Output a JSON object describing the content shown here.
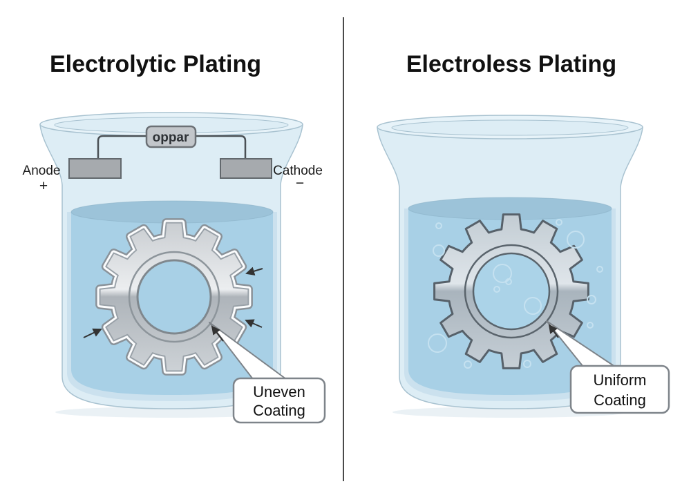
{
  "left_panel": {
    "title": "Electrolytic Plating",
    "power_supply_label": "oppar",
    "anode": {
      "label": "Anode",
      "sign": "+"
    },
    "cathode": {
      "label": "Cathode",
      "sign": "−"
    },
    "callout": {
      "line1": "Uneven",
      "line2": "Coating"
    }
  },
  "right_panel": {
    "title": "Electroless Plating",
    "callout": {
      "line1": "Uniform",
      "line2": "Coating"
    }
  },
  "colors": {
    "liquid": "#a8d0e6",
    "liquid_surface": "#9cc3d9",
    "wet_glass": "#cbe1ee",
    "glass": "#ddedf5",
    "rim_fill": "#e7f3f9",
    "glass_stroke": "#a8c2d0",
    "electrode_fill": "#a6aaae",
    "electrode_stroke": "#62686d",
    "wire": "#4a5055",
    "callout_stroke": "#7e848a",
    "arrow": "#333333",
    "divider": "#4a4a4a"
  }
}
